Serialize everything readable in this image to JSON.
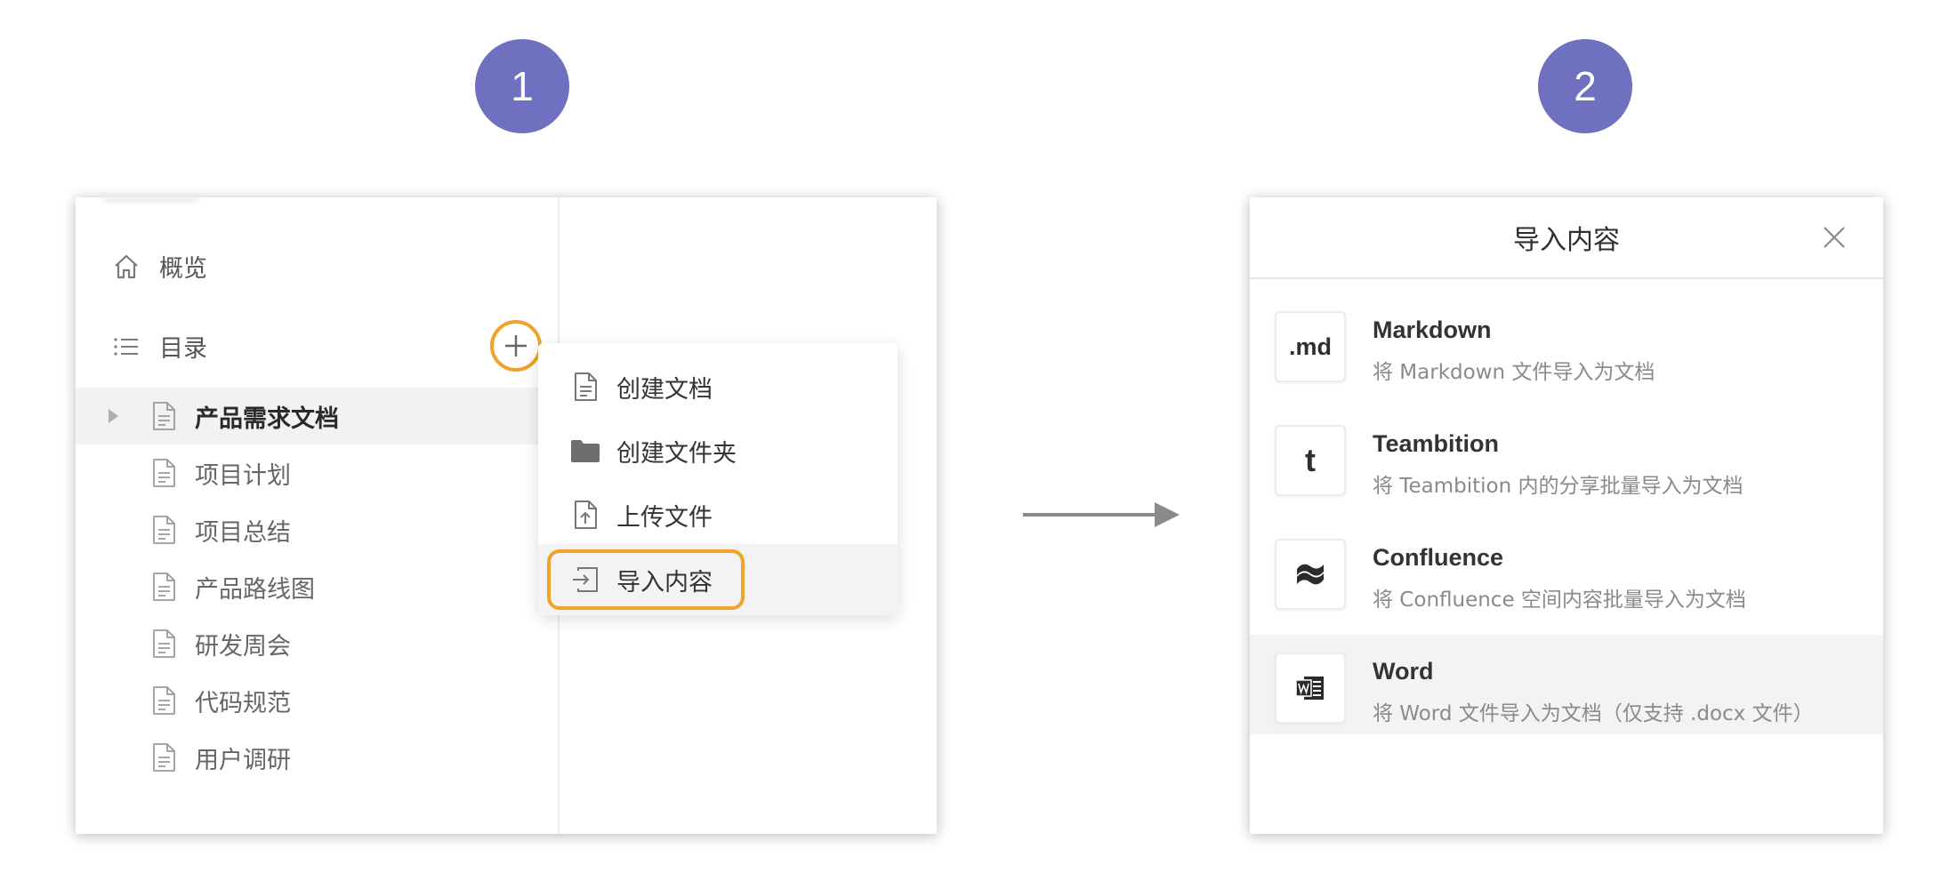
{
  "steps": {
    "step1": "1",
    "step2": "2"
  },
  "sidebar": {
    "overview_label": "概览",
    "catalog_label": "目录",
    "items": [
      {
        "label": "产品需求文档"
      },
      {
        "label": "项目计划"
      },
      {
        "label": "项目总结"
      },
      {
        "label": "产品路线图"
      },
      {
        "label": "研发周会"
      },
      {
        "label": "代码规范"
      },
      {
        "label": "用户调研"
      }
    ]
  },
  "menu": {
    "items": [
      {
        "label": "创建文档",
        "icon": "document-icon"
      },
      {
        "label": "创建文件夹",
        "icon": "folder-icon"
      },
      {
        "label": "上传文件",
        "icon": "upload-icon"
      },
      {
        "label": "导入内容",
        "icon": "import-icon"
      }
    ]
  },
  "dialog": {
    "title": "导入内容",
    "options": [
      {
        "icon_text": ".md",
        "title": "Markdown",
        "desc": "将 Markdown 文件导入为文档"
      },
      {
        "icon_text": "t",
        "title": "Teambition",
        "desc": "将 Teambition 内的分享批量导入为文档"
      },
      {
        "icon_text": "",
        "title": "Confluence",
        "desc": "将 Confluence 空间内容批量导入为文档"
      },
      {
        "icon_text": "",
        "title": "Word",
        "desc": "将 Word 文件导入为文档（仅支持 .docx 文件）"
      }
    ]
  },
  "colors": {
    "accent_highlight": "#f0a32a",
    "badge": "#6f70bf"
  }
}
